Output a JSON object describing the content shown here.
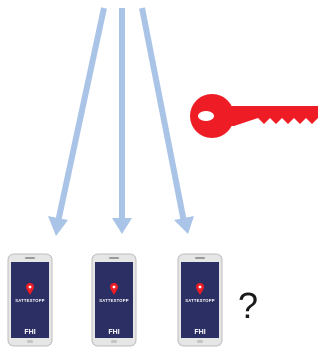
{
  "diagram": {
    "arrow_color": "#a9c4e6",
    "key_color": "#ee1c24",
    "phone_screen_color": "#2b2f63",
    "icons": {
      "key": "key-icon",
      "phone": "smartphone-icon",
      "pin": "map-pin-icon"
    },
    "phones": [
      {
        "app_name": "SATTESTOPP",
        "logo": "FHI"
      },
      {
        "app_name": "SATTESTOPP",
        "logo": "FHI"
      },
      {
        "app_name": "SATTESTOPP",
        "logo": "FHI"
      }
    ],
    "question_mark": "?"
  }
}
